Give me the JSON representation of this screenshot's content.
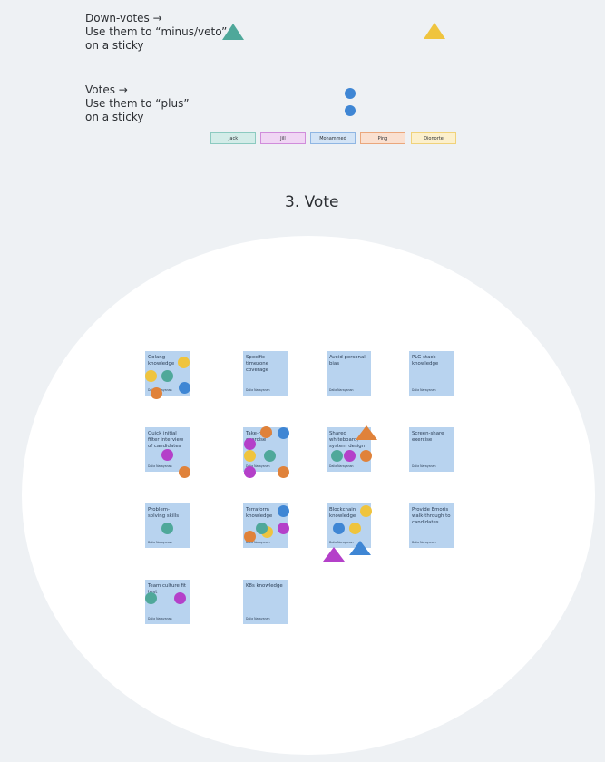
{
  "legend": {
    "downvotes_text": "Down-votes →\nUse them to “minus/veto”\non a sticky",
    "votes_text": "Votes →\nUse them to “plus”\non a sticky"
  },
  "participants": [
    "Jack",
    "Jill",
    "Mohammed",
    "Ping",
    "Dionorte"
  ],
  "section_title": "3. Vote",
  "stickies": [
    {
      "text": "Golang knowledge",
      "author": "Dalia Narayanan"
    },
    {
      "text": "Specific timezone coverage",
      "author": "Dalia Narayanan"
    },
    {
      "text": "Avoid personal bias",
      "author": "Dalia Narayanan"
    },
    {
      "text": "PLG stack knowledge",
      "author": "Dalia Narayanan"
    },
    {
      "text": "Quick initial filter interview of candidates",
      "author": "Dalia Narayanan"
    },
    {
      "text": "Take-home exercise",
      "author": "Dalia Narayanan"
    },
    {
      "text": "Shared whiteboard, system design",
      "author": "Dalia Narayanan"
    },
    {
      "text": "Screen-share exercise",
      "author": "Dalia Narayanan"
    },
    {
      "text": "Problem-solving skills",
      "author": "Dalia Narayanan"
    },
    {
      "text": "Terraform knowledge",
      "author": "Dalia Narayanan"
    },
    {
      "text": "Blockchain knowledge",
      "author": "Dalia Narayanan"
    },
    {
      "text": "Provide Emoris walk-through to candidates",
      "author": "Dalia Narayanan"
    },
    {
      "text": "Team culture fit test",
      "author": "Dalia Narayanan"
    },
    {
      "text": "K8s knowledge",
      "author": "Dalia Narayanan"
    }
  ],
  "colors": {
    "teal": "#4fa89a",
    "yellow": "#efc43e",
    "blue": "#3f86d4",
    "orange": "#e0823a",
    "purple": "#b440c9",
    "sticky": "#b8d3ef"
  }
}
